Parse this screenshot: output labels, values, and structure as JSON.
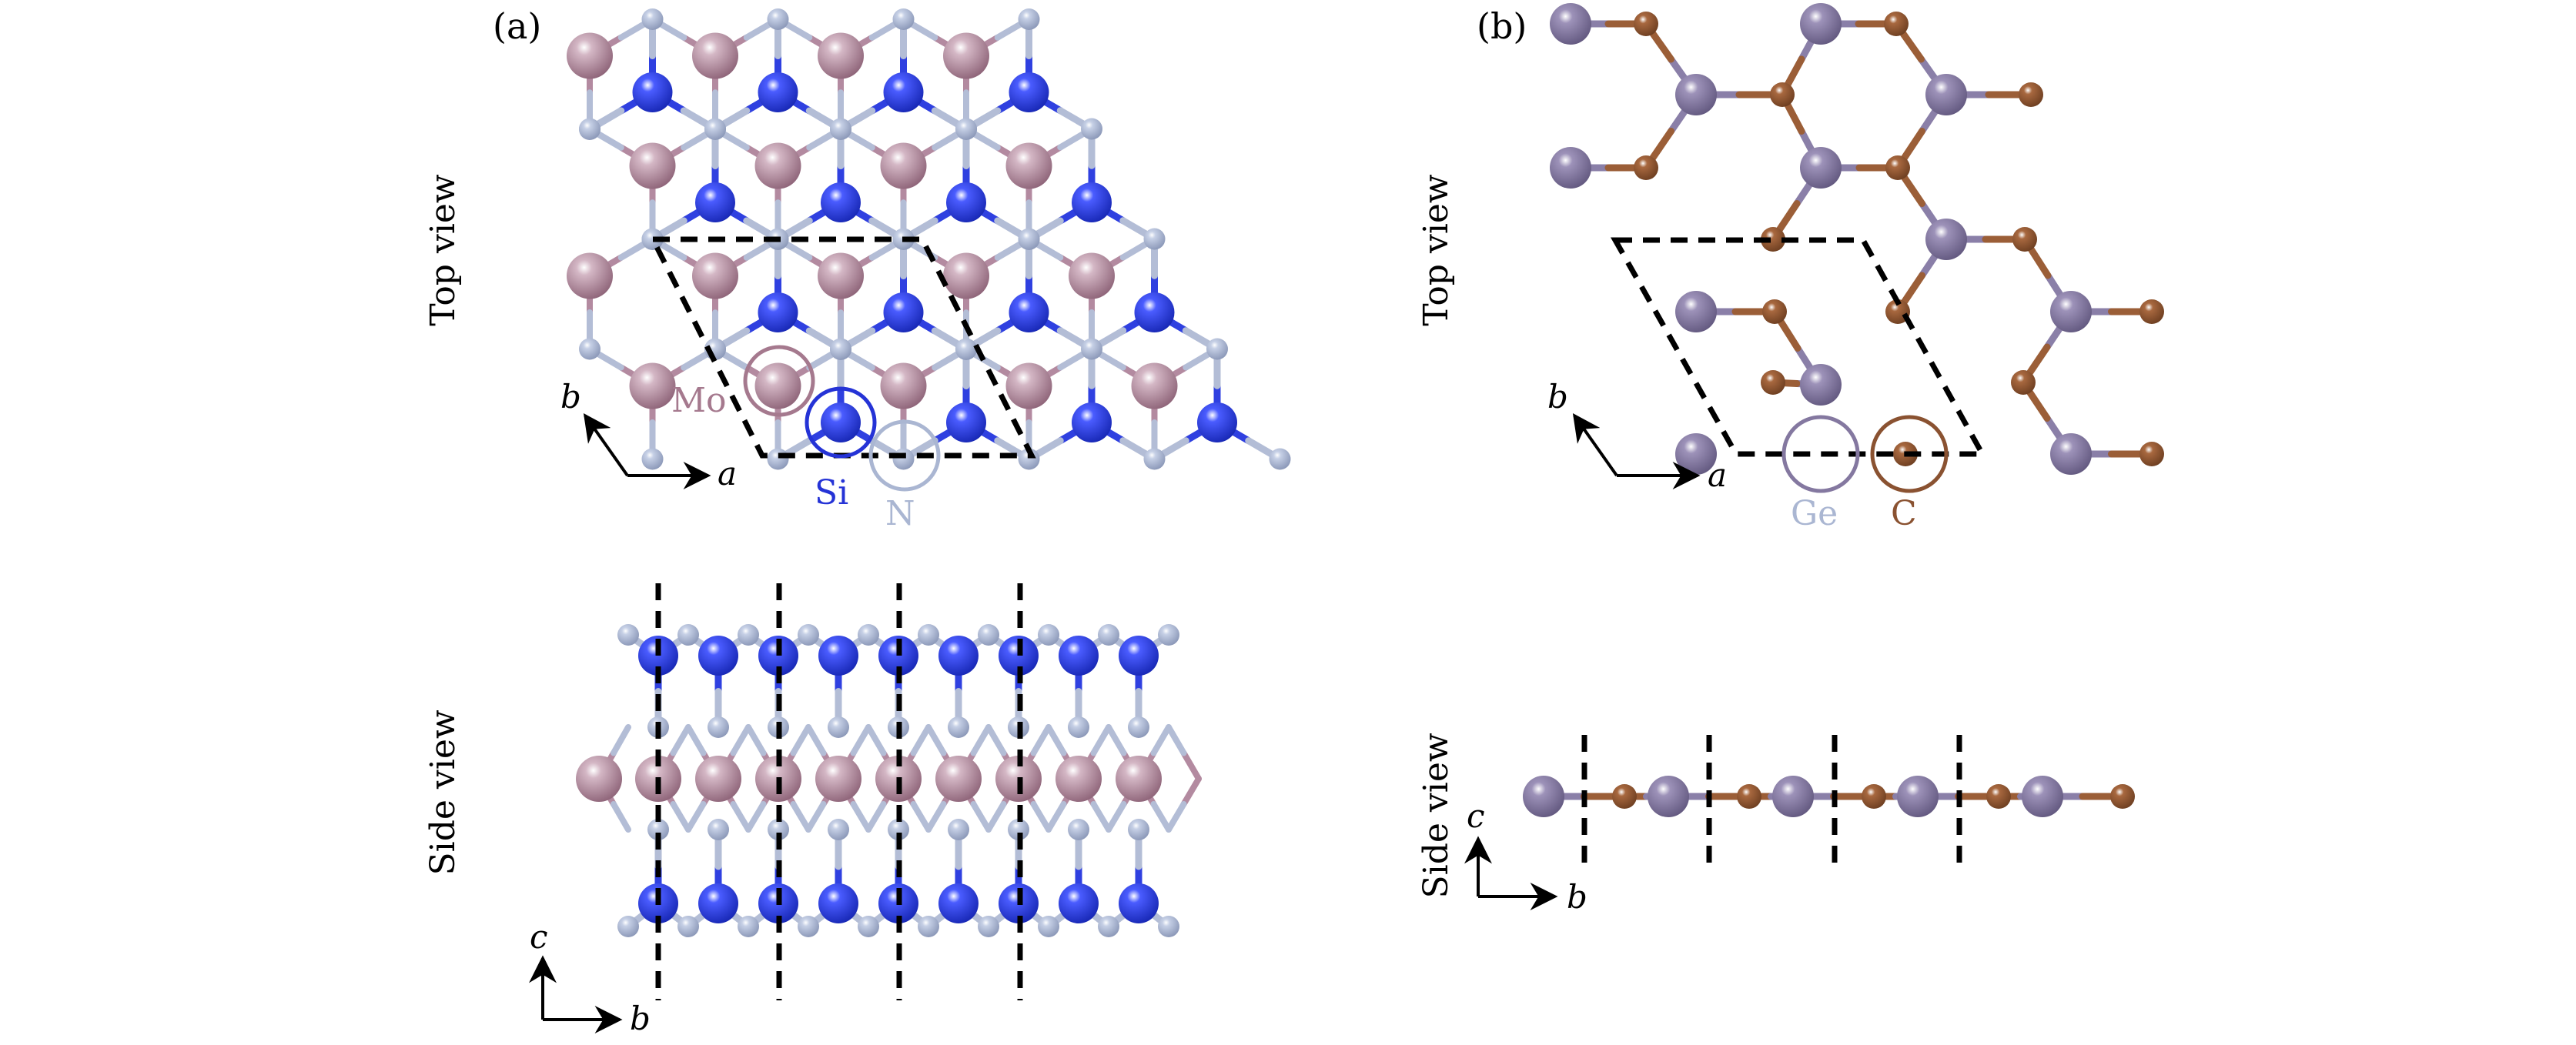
{
  "panels": {
    "a": {
      "label": "(a)",
      "top_view": "Top view",
      "side_view": "Side view",
      "top_axes": {
        "first": "b",
        "second": "a"
      },
      "side_axes": {
        "first": "c",
        "second": "b"
      },
      "elements": [
        {
          "symbol": "Mo",
          "color": "#a5798e"
        },
        {
          "symbol": "Si",
          "color": "#2533d6"
        },
        {
          "symbol": "N",
          "color": "#aab6d2"
        }
      ]
    },
    "b": {
      "label": "(b)",
      "top_view": "Top view",
      "side_view": "Side view",
      "top_axes": {
        "first": "b",
        "second": "a"
      },
      "side_axes": {
        "first": "c",
        "second": "b"
      },
      "elements": [
        {
          "symbol": "Ge",
          "color": "#8478a0"
        },
        {
          "symbol": "C",
          "color": "#8a5231"
        }
      ]
    }
  }
}
